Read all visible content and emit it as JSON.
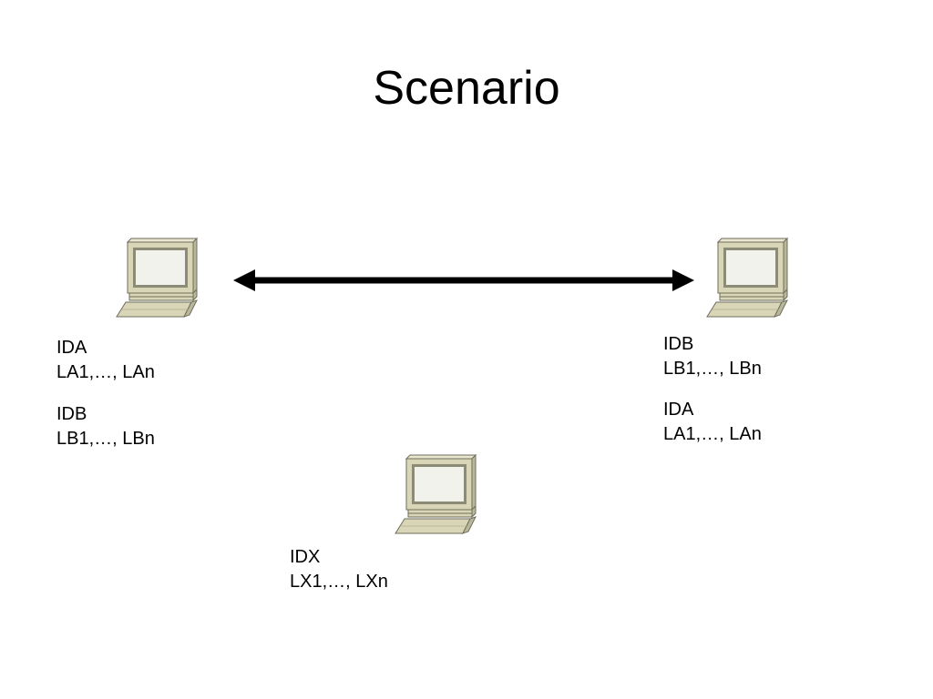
{
  "slide": {
    "title": "Scenario"
  },
  "nodes": {
    "a": {
      "icon": "computer-icon",
      "blocks": [
        {
          "id": "IDA",
          "labels": "LA1,…, LAn"
        },
        {
          "id": "IDB",
          "labels": "LB1,…, LBn"
        }
      ]
    },
    "b": {
      "icon": "computer-icon",
      "blocks": [
        {
          "id": "IDB",
          "labels": "LB1,…, LBn"
        },
        {
          "id": "IDA",
          "labels": "LA1,…, LAn"
        }
      ]
    },
    "x": {
      "icon": "computer-icon",
      "blocks": [
        {
          "id": "IDX",
          "labels": "LX1,…, LXn"
        }
      ]
    }
  },
  "connection": {
    "from": "a",
    "to": "b",
    "style": "bidirectional-arrow",
    "color": "#000000"
  },
  "colors": {
    "computer_body": "#d8d6b6",
    "computer_side": "#bab89a",
    "computer_top": "#e8e6cf",
    "computer_outline": "#6f6e5c",
    "screen": "#f2f2ec",
    "screen_border": "#8c8b75"
  }
}
